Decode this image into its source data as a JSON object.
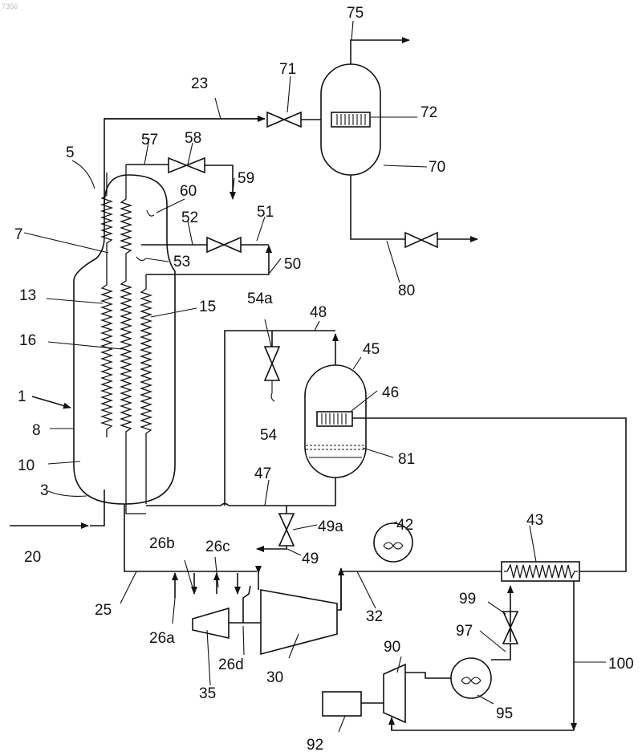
{
  "watermark": "7356",
  "labels": {
    "l1": "1",
    "l3": "3",
    "l5": "5",
    "l7": "7",
    "l8": "8",
    "l10": "10",
    "l13": "13",
    "l15": "15",
    "l16": "16",
    "l20": "20",
    "l23": "23",
    "l25": "25",
    "l26a": "26a",
    "l26b": "26b",
    "l26c": "26c",
    "l26d": "26d",
    "l30": "30",
    "l32": "32",
    "l35": "35",
    "l42": "42",
    "l43": "43",
    "l45": "45",
    "l46": "46",
    "l47": "47",
    "l48": "48",
    "l49": "49",
    "l49a": "49a",
    "l50": "50",
    "l51": "51",
    "l52": "52",
    "l53": "53",
    "l54": "54",
    "l54a": "54a",
    "l57": "57",
    "l58": "58",
    "l59": "59",
    "l60": "60",
    "l70": "70",
    "l71": "71",
    "l72": "72",
    "l75": "75",
    "l80": "80",
    "l81": "81",
    "l90": "90",
    "l92": "92",
    "l95": "95",
    "l97": "97",
    "l99": "99",
    "l100": "100"
  },
  "icons": [
    "valve-icon",
    "heater-icon",
    "fan-icon",
    "heat-exchanger-icon",
    "compressor-icon",
    "arrow-icon"
  ]
}
